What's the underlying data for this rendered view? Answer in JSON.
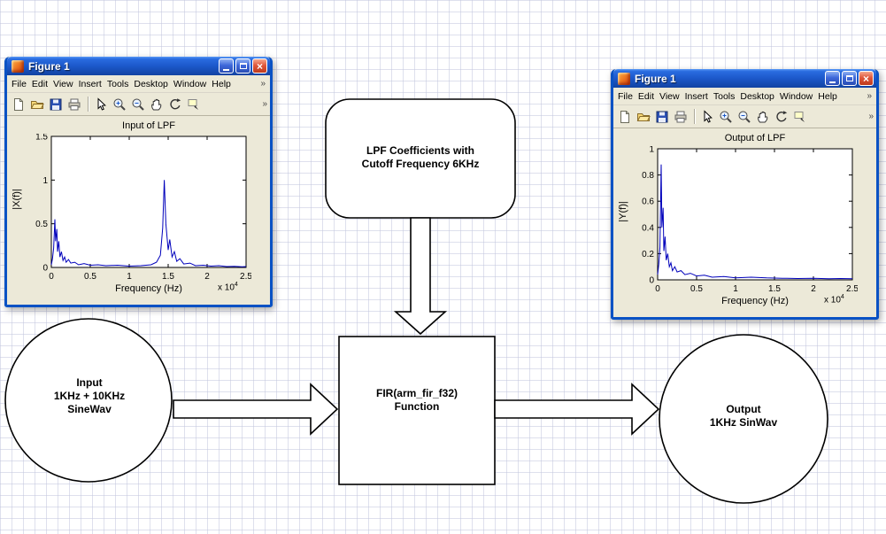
{
  "colors": {
    "xp_titlebar_blue": "#1C58CA",
    "xp_face": "#ECE9D8",
    "close_button_red": "#D8502F",
    "spectrum_line_blue": "#0000BB"
  },
  "diagram": {
    "input_circle": {
      "line1": "Input",
      "line2": "1KHz + 10KHz",
      "line3": "SineWav"
    },
    "lpf_box": {
      "line1": "LPF Coefficients with",
      "line2": "Cutoff Frequency 6KHz"
    },
    "fir_box": {
      "line1": "FIR(arm_fir_f32)",
      "line2": "Function"
    },
    "output_circle": {
      "line1": "Output",
      "line2": "1KHz SinWav"
    }
  },
  "figure_windows": [
    {
      "title": "Figure 1",
      "menu": [
        "File",
        "Edit",
        "View",
        "Insert",
        "Tools",
        "Desktop",
        "Window",
        "Help"
      ],
      "menu_overflow": "»",
      "toolbar_overflow": "»",
      "toolbar_icons": [
        "new-icon",
        "open-icon",
        "save-icon",
        "print-icon",
        "separator",
        "edit-plot-icon",
        "zoom-in-icon",
        "zoom-out-icon",
        "pan-icon",
        "rotate-3d-icon",
        "data-cursor-icon"
      ]
    },
    {
      "title": "Figure 1",
      "menu": [
        "File",
        "Edit",
        "View",
        "Insert",
        "Tools",
        "Desktop",
        "Window",
        "Help"
      ],
      "menu_overflow": "»",
      "toolbar_overflow": "»",
      "toolbar_icons": [
        "new-icon",
        "open-icon",
        "save-icon",
        "print-icon",
        "separator",
        "edit-plot-icon",
        "zoom-in-icon",
        "zoom-out-icon",
        "pan-icon",
        "rotate-3d-icon",
        "data-cursor-icon"
      ]
    }
  ],
  "chart_data": [
    {
      "type": "line",
      "title": "Input of LPF",
      "xlabel": "Frequency (Hz)",
      "ylabel": "|X(f)|",
      "x_multiplier_label": "x 10",
      "x_multiplier_power": "4",
      "xlim": [
        0,
        2.5
      ],
      "ylim": [
        0,
        1.5
      ],
      "xtick_labels": [
        "0",
        "0.5",
        "1",
        "1.5",
        "2",
        "2.5"
      ],
      "ytick_labels": [
        "0",
        "0.5",
        "1",
        "1.5"
      ],
      "line_color": "#0000BB",
      "grid": false,
      "series": [
        {
          "name": "input spectrum (peaks at 0.05e4 Hz amp 0.55 and 1.45e4 Hz amp 1.0)",
          "points": [
            [
              0.0,
              0.03
            ],
            [
              0.015,
              0.1
            ],
            [
              0.03,
              0.22
            ],
            [
              0.045,
              0.55
            ],
            [
              0.055,
              0.3
            ],
            [
              0.07,
              0.44
            ],
            [
              0.08,
              0.18
            ],
            [
              0.095,
              0.3
            ],
            [
              0.11,
              0.12
            ],
            [
              0.13,
              0.18
            ],
            [
              0.15,
              0.08
            ],
            [
              0.17,
              0.12
            ],
            [
              0.19,
              0.06
            ],
            [
              0.22,
              0.09
            ],
            [
              0.25,
              0.05
            ],
            [
              0.3,
              0.06
            ],
            [
              0.35,
              0.03
            ],
            [
              0.42,
              0.045
            ],
            [
              0.5,
              0.025
            ],
            [
              0.6,
              0.03
            ],
            [
              0.7,
              0.02
            ],
            [
              0.85,
              0.025
            ],
            [
              1.0,
              0.015
            ],
            [
              1.15,
              0.02
            ],
            [
              1.28,
              0.03
            ],
            [
              1.35,
              0.06
            ],
            [
              1.4,
              0.14
            ],
            [
              1.43,
              0.45
            ],
            [
              1.45,
              1.0
            ],
            [
              1.47,
              0.5
            ],
            [
              1.5,
              0.2
            ],
            [
              1.52,
              0.32
            ],
            [
              1.55,
              0.12
            ],
            [
              1.58,
              0.18
            ],
            [
              1.61,
              0.07
            ],
            [
              1.65,
              0.1
            ],
            [
              1.7,
              0.04
            ],
            [
              1.78,
              0.05
            ],
            [
              1.85,
              0.02
            ],
            [
              1.95,
              0.025
            ],
            [
              2.05,
              0.015
            ],
            [
              2.15,
              0.02
            ],
            [
              2.25,
              0.01
            ],
            [
              2.35,
              0.012
            ],
            [
              2.45,
              0.008
            ],
            [
              2.5,
              0.01
            ]
          ]
        }
      ]
    },
    {
      "type": "line",
      "title": "Output of LPF",
      "xlabel": "Frequency (Hz)",
      "ylabel": "|Y(f)|",
      "x_multiplier_label": "x 10",
      "x_multiplier_power": "4",
      "xlim": [
        0,
        2.5
      ],
      "ylim": [
        0,
        1
      ],
      "xtick_labels": [
        "0",
        "0.5",
        "1",
        "1.5",
        "2",
        "2.5"
      ],
      "ytick_labels": [
        "0",
        "0.2",
        "0.4",
        "0.6",
        "0.8",
        "1"
      ],
      "line_color": "#0000BB",
      "grid": false,
      "series": [
        {
          "name": "output spectrum (single peak at 0.05e4 Hz amp 0.88)",
          "points": [
            [
              0.0,
              0.04
            ],
            [
              0.015,
              0.12
            ],
            [
              0.03,
              0.25
            ],
            [
              0.045,
              0.88
            ],
            [
              0.055,
              0.4
            ],
            [
              0.07,
              0.55
            ],
            [
              0.08,
              0.22
            ],
            [
              0.095,
              0.33
            ],
            [
              0.11,
              0.15
            ],
            [
              0.13,
              0.2
            ],
            [
              0.15,
              0.1
            ],
            [
              0.17,
              0.13
            ],
            [
              0.19,
              0.07
            ],
            [
              0.22,
              0.1
            ],
            [
              0.25,
              0.06
            ],
            [
              0.3,
              0.07
            ],
            [
              0.35,
              0.04
            ],
            [
              0.42,
              0.05
            ],
            [
              0.5,
              0.03
            ],
            [
              0.6,
              0.035
            ],
            [
              0.7,
              0.02
            ],
            [
              0.85,
              0.025
            ],
            [
              1.0,
              0.015
            ],
            [
              1.2,
              0.02
            ],
            [
              1.4,
              0.015
            ],
            [
              1.6,
              0.012
            ],
            [
              1.8,
              0.01
            ],
            [
              2.0,
              0.012
            ],
            [
              2.2,
              0.008
            ],
            [
              2.35,
              0.01
            ],
            [
              2.5,
              0.008
            ]
          ]
        }
      ]
    }
  ]
}
